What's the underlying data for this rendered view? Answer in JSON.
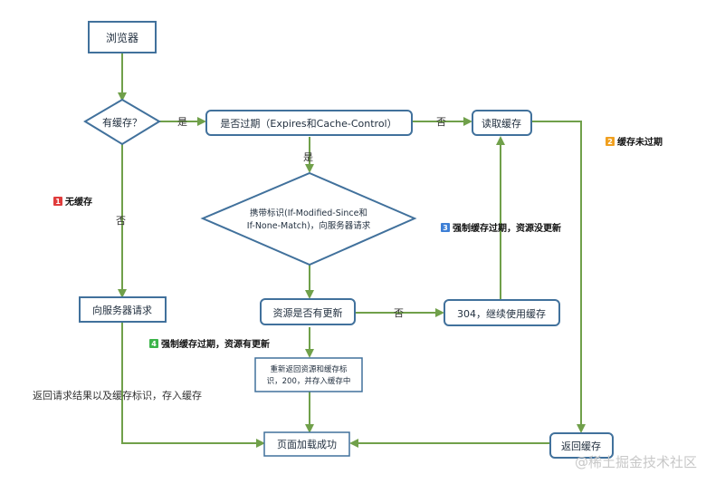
{
  "colors": {
    "node_border": "#41719c",
    "arrow": "#70a04a",
    "badge_red": "#e03c3c",
    "badge_orange": "#f0a020",
    "badge_blue": "#3d7fd6",
    "badge_green": "#3cb44a"
  },
  "nodes": {
    "browser": "浏览器",
    "has_cache": "有缓存？",
    "expired": "是否过期（Expires和Cache-Control）",
    "read_cache": "读取缓存",
    "with_tag_line1": "携带标识(If-Modified-Since和",
    "with_tag_line2": "If-None-Match)，向服务器请求",
    "request_server": "向服务器请求",
    "resource_updated": "资源是否有更新",
    "use_304": "304，继续使用缓存",
    "return_new_line1": "重新返回资源和缓存标",
    "return_new_line2": "识，200，并存入缓存中",
    "page_loaded": "页面加载成功",
    "return_cache": "返回缓存"
  },
  "edge_labels": {
    "yes1": "是",
    "no1": "否",
    "yes2": "是",
    "no_cache": "否",
    "no_update": "否",
    "store_back": "返回请求结果以及缓存标识，存入缓存"
  },
  "annotations": [
    {
      "badge": "1",
      "text": "无缓存",
      "color": "#e03c3c"
    },
    {
      "badge": "2",
      "text": "缓存未过期",
      "color": "#f0a020"
    },
    {
      "badge": "3",
      "text": "强制缓存过期，资源没更新",
      "color": "#3d7fd6"
    },
    {
      "badge": "4",
      "text": "强制缓存过期，资源有更新",
      "color": "#3cb44a"
    }
  ],
  "watermark": "@稀土掘金技术社区"
}
